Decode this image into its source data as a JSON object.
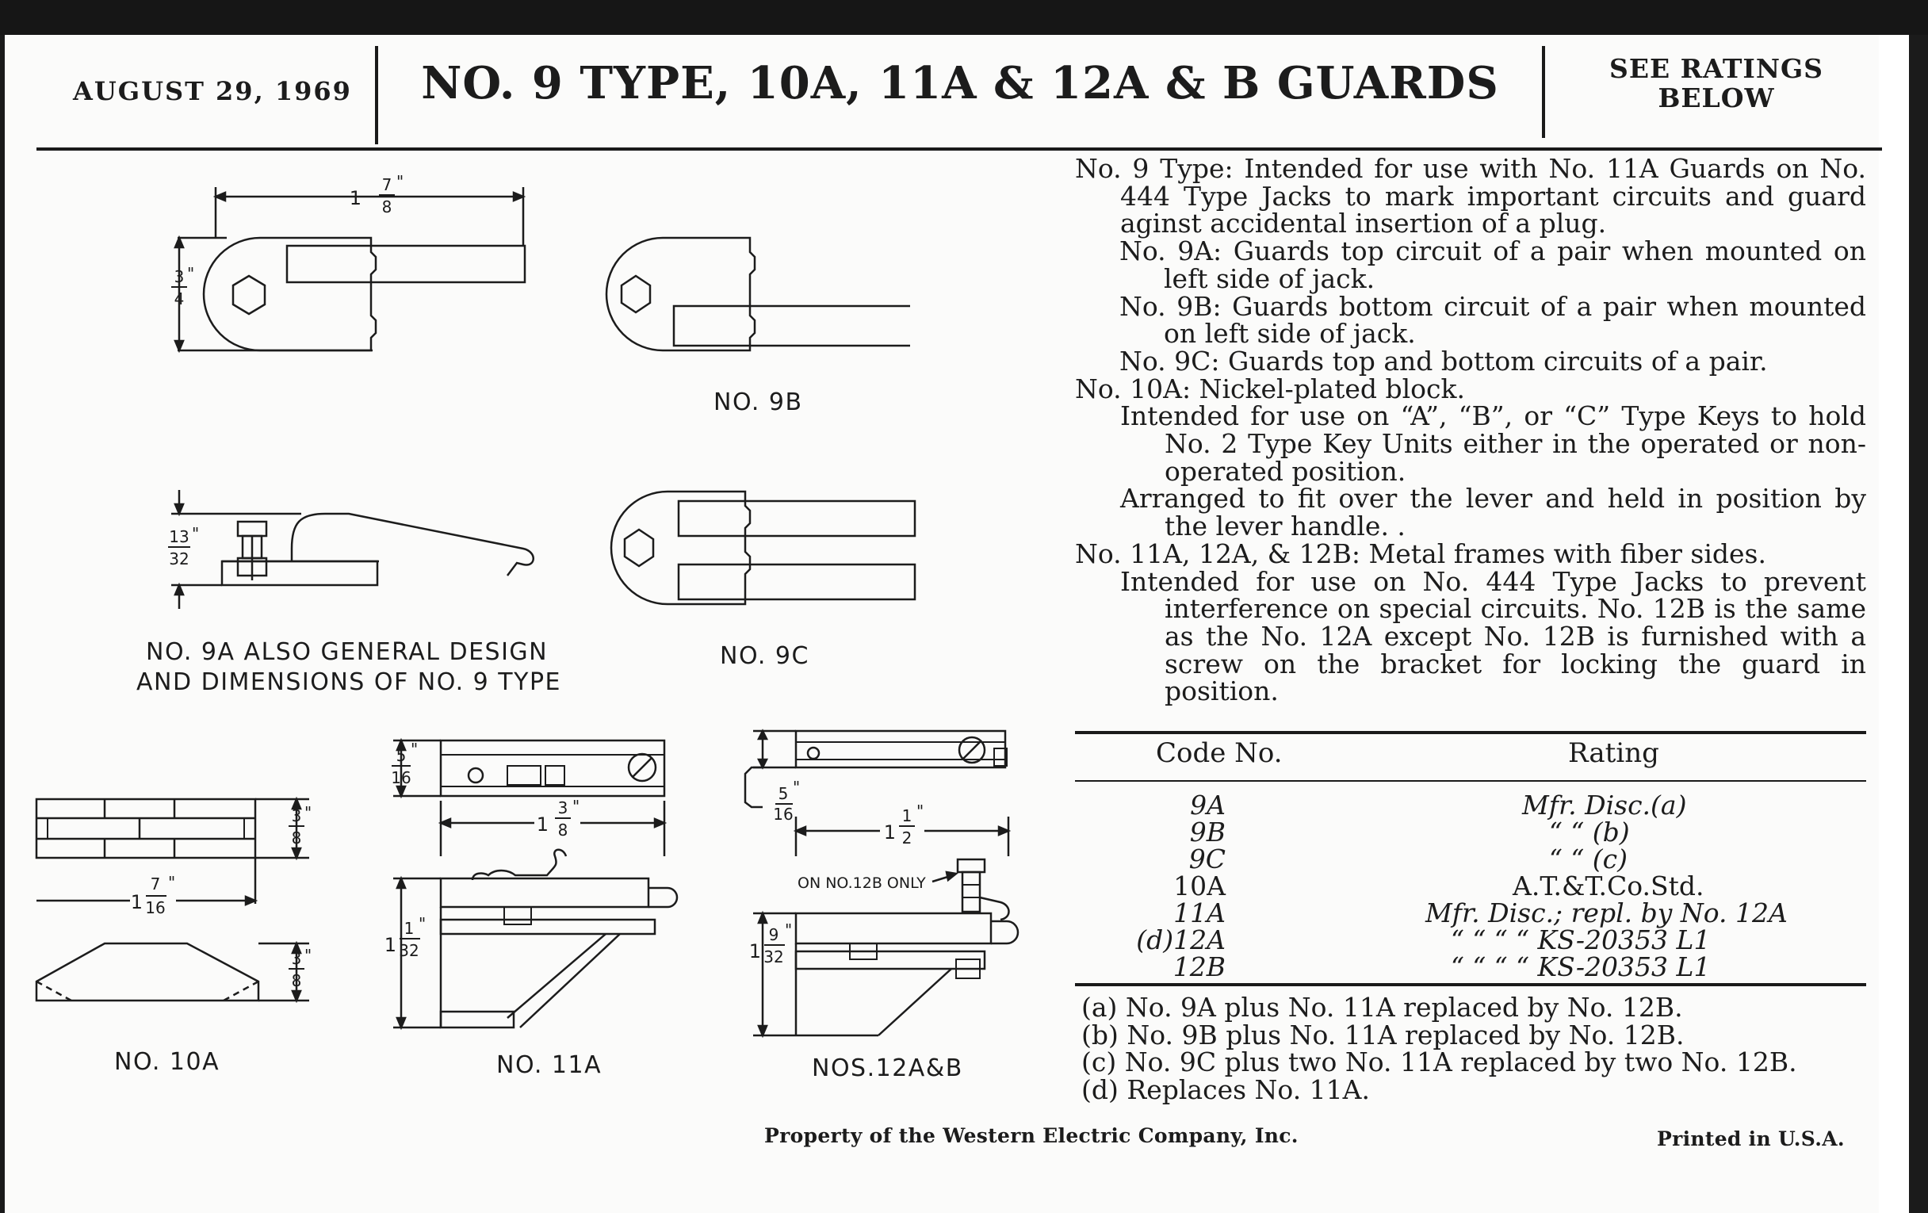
{
  "header": {
    "date": "AUGUST 29, 1969",
    "title": "NO. 9 TYPE, 10A, 11A & 12A & B GUARDS",
    "ratings_line1": "SEE RATINGS",
    "ratings_line2": "BELOW"
  },
  "description": [
    "No. 9 Type: Intended for use with No. 11A Guards on No. 444 Type Jacks to mark important circuits and guard aginst accidental insertion of a plug.",
    "No. 9A: Guards top circuit of a pair when mounted on left side of jack.",
    "No. 9B: Guards bottom circuit of a pair when mounted on left side of jack.",
    "No. 9C: Guards top and bottom circuits of a pair.",
    "No. 10A: Nickel-plated block.",
    "Intended for use on “A”, “B”, or “C” Type Keys to hold No. 2 Type Key Units either in the operated or non-operated position.",
    "Arranged to fit over the lever and held in position by the lever handle. .",
    "No. 11A, 12A, & 12B: Metal frames with fiber sides.",
    "Intended for use on No. 444 Type Jacks to prevent interference on special circuits. No. 12B is the same as the No. 12A except No. 12B is furnished with a screw on the bracket for locking the guard in position."
  ],
  "table": {
    "col_code": "Code No.",
    "col_rating": "Rating",
    "rows": [
      {
        "code": "9A",
        "rating": "Mfr. Disc.(a)"
      },
      {
        "code": "9B",
        "rating": "“    “ (b)"
      },
      {
        "code": "9C",
        "rating": "“    “ (c)"
      },
      {
        "code": "10A",
        "rating": "A.T.&T.Co.Std."
      },
      {
        "code": "11A",
        "rating": "Mfr. Disc.; repl. by No. 12A"
      },
      {
        "code": "(d)12A",
        "rating": "“     “     “   “ KS-20353 L1"
      },
      {
        "code": "12B",
        "rating": "“     “     “   “ KS-20353 L1"
      }
    ]
  },
  "notes": [
    "(a)  No. 9A plus No. 11A replaced by No. 12B.",
    "(b)  No. 9B plus No. 11A replaced by No. 12B.",
    "(c)  No. 9C plus two No. 11A replaced by two No. 12B.",
    "(d)  Replaces No. 11A."
  ],
  "figures": {
    "cap_9b": "NO. 9B",
    "cap_9a_line1": "NO. 9A ALSO GENERAL DESIGN",
    "cap_9a_line2": "AND DIMENSIONS OF NO. 9 TYPE",
    "cap_9c": "NO. 9C",
    "cap_10a": "NO. 10A",
    "cap_11a": "NO. 11A",
    "cap_12ab": "NOS.12A&B",
    "on_12b_only": "ON NO.12B ONLY",
    "dim_1_7_8": {
      "whole": "1",
      "num": "7",
      "den": "8",
      "unit": "\""
    },
    "dim_3_4": {
      "num": "3",
      "den": "4",
      "unit": "\""
    },
    "dim_13_32": {
      "num": "13",
      "den": "32",
      "unit": "\""
    },
    "dim_3_8_a": {
      "num": "3",
      "den": "8",
      "unit": "\""
    },
    "dim_1_7_16": {
      "whole": "1",
      "num": "7",
      "den": "16",
      "unit": "\""
    },
    "dim_3_8_b": {
      "num": "3",
      "den": "8",
      "unit": "\""
    },
    "dim_5_16_a": {
      "num": "5",
      "den": "16",
      "unit": "\""
    },
    "dim_1_3_8": {
      "whole": "1",
      "num": "3",
      "den": "8",
      "unit": "\""
    },
    "dim_1_1_32": {
      "whole": "1",
      "num": "1",
      "den": "32",
      "unit": "\""
    },
    "dim_5_16_b": {
      "num": "5",
      "den": "16",
      "unit": "\""
    },
    "dim_1_1_2": {
      "whole": "1",
      "num": "1",
      "den": "2",
      "unit": "\""
    },
    "dim_1_9_32": {
      "whole": "1",
      "num": "9",
      "den": "32",
      "unit": "\""
    }
  },
  "footer": {
    "property": "Property of the Western Electric Company, Inc.",
    "printed": "Printed in U.S.A."
  }
}
